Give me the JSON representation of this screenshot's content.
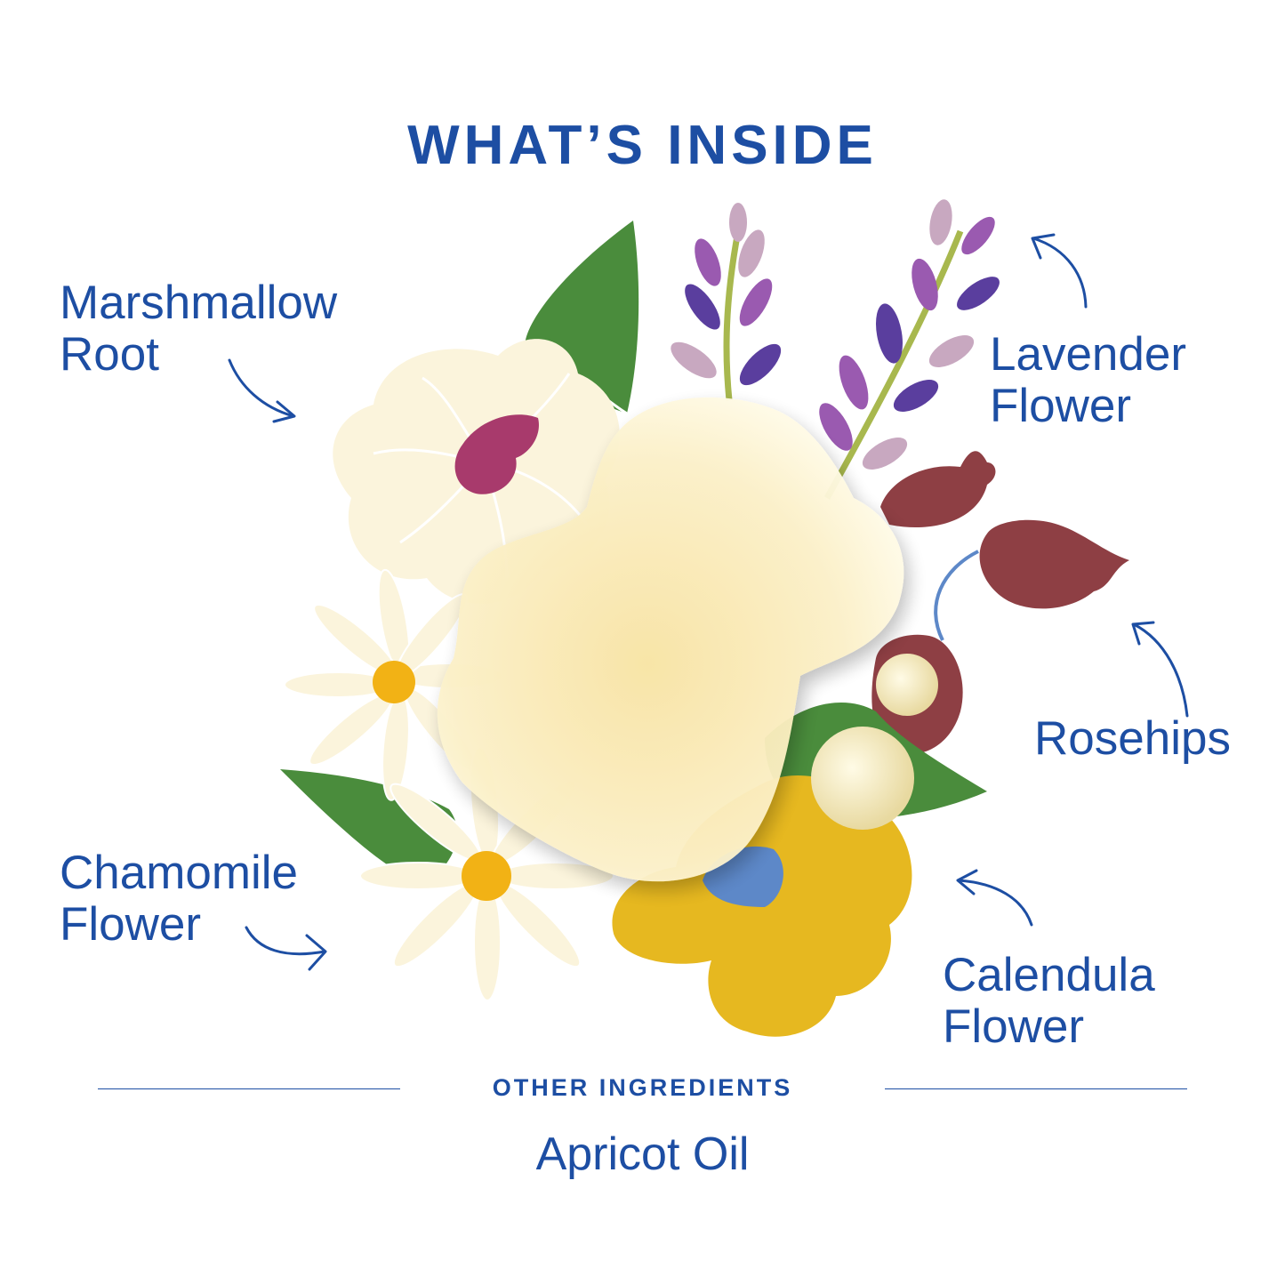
{
  "title": "WHAT’S INSIDE",
  "ingredients": [
    {
      "line1": "Marshmallow",
      "line2": "Root"
    },
    {
      "line1": "Lavender",
      "line2": "Flower"
    },
    {
      "line1": "Rosehips",
      "line2": ""
    },
    {
      "line1": "Chamomile",
      "line2": "Flower"
    },
    {
      "line1": "Calendula",
      "line2": "Flower"
    }
  ],
  "other_heading": "OTHER INGREDIENTS",
  "other_items": [
    "Apricot Oil"
  ],
  "colors": {
    "text": "#1d4ea3",
    "leaf": "#4a8c3c",
    "marshmallow_petal": "#fbf4dc",
    "marshmallow_center": "#a83a6c",
    "lavender_dark": "#5a3e9e",
    "lavender_mid": "#9a5ab0",
    "lavender_light": "#c8a8c0",
    "rosehip": "#8e3f44",
    "calendula": "#e6b820",
    "chamomile_center": "#f2b215",
    "blue_petal": "#5d88c8",
    "soap_bar": "#fbf0c8"
  }
}
